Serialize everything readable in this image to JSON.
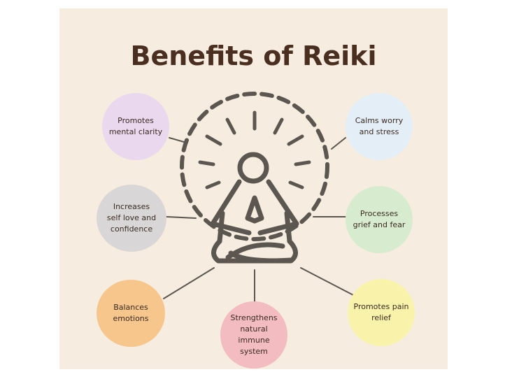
{
  "title": "Benefits of Reiki",
  "colors": {
    "background": "#f6ede0",
    "title": "#4a2e20",
    "figure": "#5b5650",
    "clarity": "#ead8ee",
    "worry": "#e3eef6",
    "selflove": "#d8d6d7",
    "grief": "#d7ecce",
    "emotions": "#f6c68c",
    "immune": "#f2bcc0",
    "pain": "#f9f2ab"
  },
  "figure_icon": "meditating-person-icon",
  "benefits": {
    "clarity": "Promotes\nmental clarity",
    "worry": "Calms worry\nand stress",
    "selflove": "Increases\nself love and\nconfidence",
    "grief": "Processes\ngrief and fear",
    "emotions": "Balances\nemotions",
    "immune": "Strengthens\nnatural immune\nsystem",
    "pain": "Promotes pain\nrelief"
  }
}
